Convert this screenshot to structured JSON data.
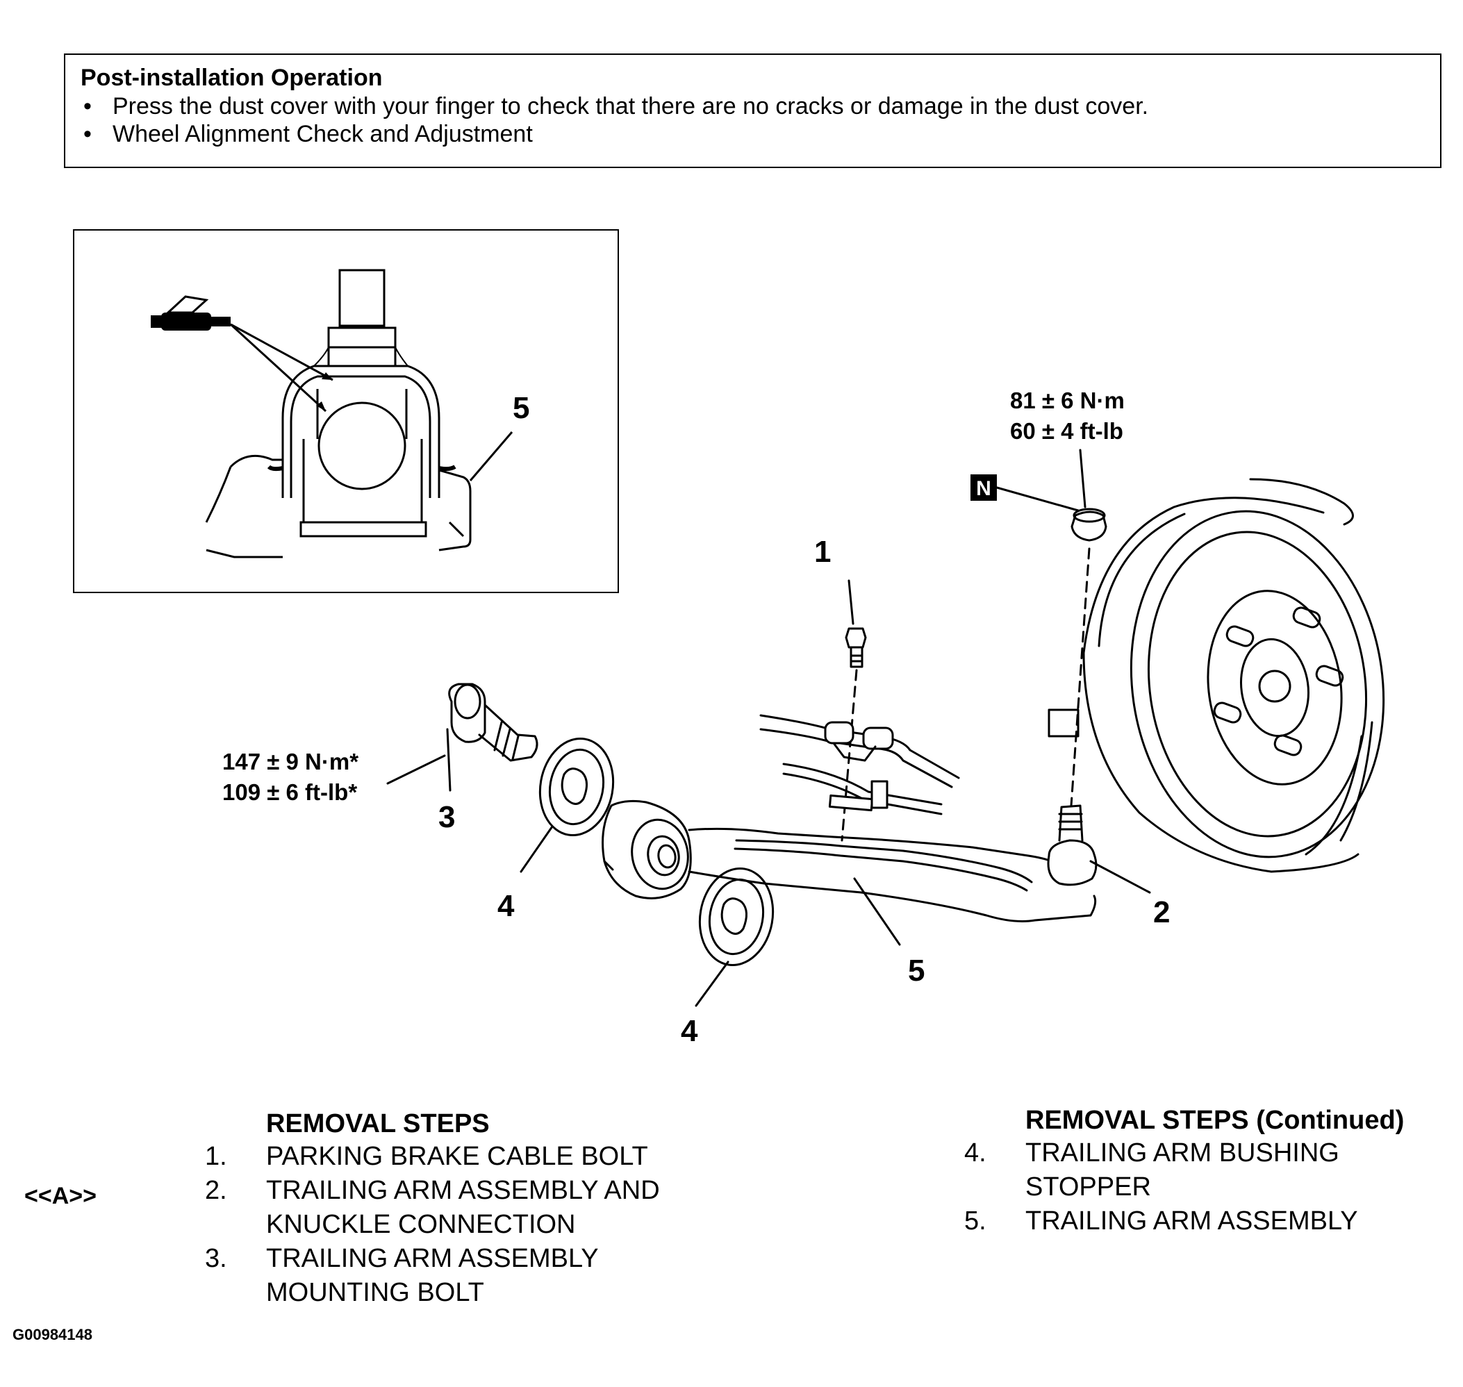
{
  "post_installation": {
    "title": "Post-installation Operation",
    "items": [
      "Press the dust cover with your finger to check that there are no cracks or damage in the dust cover.",
      "Wheel Alignment Check and Adjustment"
    ]
  },
  "inset": {
    "callout": "5"
  },
  "diagram": {
    "callouts": {
      "c1": "1",
      "c2": "2",
      "c3": "3",
      "c4a": "4",
      "c4b": "4",
      "c5": "5"
    },
    "torque_nut": {
      "line1": "81 ± 6 N·m",
      "line2": "60 ± 4 ft-lb"
    },
    "torque_bolt": {
      "line1": "147 ± 9 N·m*",
      "line2": "109 ± 6 ft-lb*"
    },
    "badge": "N"
  },
  "removal_steps": {
    "title": "REMOVAL STEPS",
    "items": [
      {
        "num": "1.",
        "text_lines": [
          "PARKING BRAKE CABLE BOLT"
        ]
      },
      {
        "num": "2.",
        "text_lines": [
          "TRAILING ARM ASSEMBLY AND",
          "KNUCKLE CONNECTION"
        ]
      },
      {
        "num": "3.",
        "text_lines": [
          "TRAILING ARM ASSEMBLY",
          "MOUNTING BOLT"
        ]
      }
    ],
    "ref_mark": "<<A>>"
  },
  "removal_steps_continued": {
    "title": "REMOVAL STEPS (Continued)",
    "items": [
      {
        "num": "4.",
        "text_lines": [
          "TRAILING ARM BUSHING",
          "STOPPER"
        ]
      },
      {
        "num": "5.",
        "text_lines": [
          "TRAILING ARM ASSEMBLY"
        ]
      }
    ]
  },
  "figure_id": "G00984148"
}
